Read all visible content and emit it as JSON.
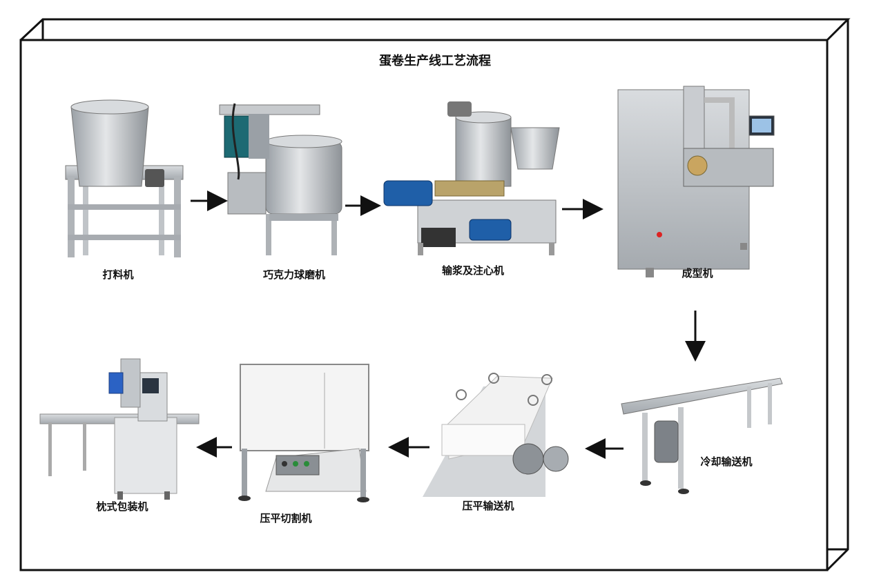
{
  "title": "蛋卷生产线工艺流程",
  "machines": [
    {
      "label": "打料机",
      "icon": "mixing-tank-machine"
    },
    {
      "label": "巧克力球磨机",
      "icon": "ball-mill-machine"
    },
    {
      "label": "输浆及注心机",
      "icon": "pump-filling-machine"
    },
    {
      "label": "成型机",
      "icon": "forming-machine"
    },
    {
      "label": "冷却输送机",
      "icon": "cooling-conveyor"
    },
    {
      "label": "压平输送机",
      "icon": "flattening-conveyor"
    },
    {
      "label": "压平切割机",
      "icon": "flatten-cutting-machine"
    },
    {
      "label": "枕式包装机",
      "icon": "pillow-packing-machine"
    }
  ],
  "colors": {
    "frame": "#111111",
    "steel": "#c9ccd0",
    "steel_dark": "#8e9398",
    "motor_blue": "#1f5fa8",
    "arrow": "#111111"
  }
}
